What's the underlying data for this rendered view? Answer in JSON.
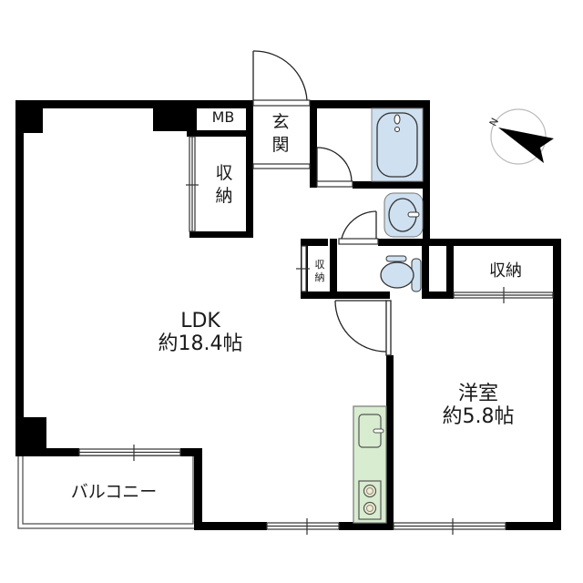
{
  "floor_plan": {
    "rooms": {
      "ldk": {
        "name": "LDK",
        "area": "約18.4帖"
      },
      "western_room": {
        "name": "洋室",
        "area": "約5.8帖"
      },
      "balcony": {
        "name": "バルコニー"
      },
      "meter_box": {
        "name": "MB"
      },
      "entrance": {
        "name_top": "玄",
        "name_bottom": "関"
      },
      "storage_ldk": {
        "name_top": "収",
        "name_bottom": "納"
      },
      "storage_small": {
        "name_top": "収",
        "name_bottom": "納"
      },
      "storage_western": {
        "name": "収納"
      }
    },
    "fixtures": [
      "bathtub",
      "washbasin",
      "toilet",
      "kitchen-sink",
      "gas-stove"
    ],
    "compass": {
      "label": "N",
      "rotation_deg": -62
    }
  },
  "colors": {
    "wall": "#000000",
    "bath_fixture": "#cfe0f0",
    "kitchen_counter": "#d8ecd0",
    "compass_ring": "#bbbbbb"
  }
}
